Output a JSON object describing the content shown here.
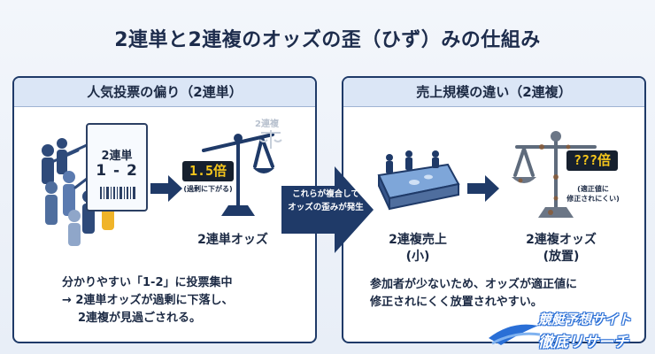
{
  "title": "2連単と2連複のオッズの歪（ひず）みの仕組み",
  "left_panel": {
    "header": "人気投票の偏り（2連単）",
    "ticket_line1": "2連単",
    "ticket_line2": "1 - 2",
    "ghost_label": "2連複",
    "led_value": "1.5倍",
    "led_note": "(過剰に下がる)",
    "scale_label": "2連単オッズ",
    "description": [
      "分かりやすい「1-2」に投票集中",
      "→ 2連単オッズが過剰に下落し、",
      "2連複が見過ごされる。"
    ]
  },
  "center_arrow": {
    "line1": "これらが複合して",
    "line2": "オッズの歪みが発生"
  },
  "right_panel": {
    "header": "売上規模の違い（2連複）",
    "pool_label_line1": "2連複売上",
    "pool_label_line2": "(小)",
    "led_value": "???倍",
    "led_note_line1": "(適正値に",
    "led_note_line2": "修正されにくい)",
    "scale_label_line1": "2連複オッズ",
    "scale_label_line2": "(放置)",
    "description": [
      "参加者が少ないため、オッズが適正値に",
      "修正されにくく放置されやすい。"
    ]
  },
  "logo": {
    "line1": "競艇予想サイト",
    "line2": "徹底リサーチ"
  },
  "colors": {
    "navy": "#1f3a68",
    "header_bg": "#dbe6f6",
    "led_bg": "#16202e",
    "led_text": "#f5c61c",
    "rust": "#8a5a34"
  }
}
